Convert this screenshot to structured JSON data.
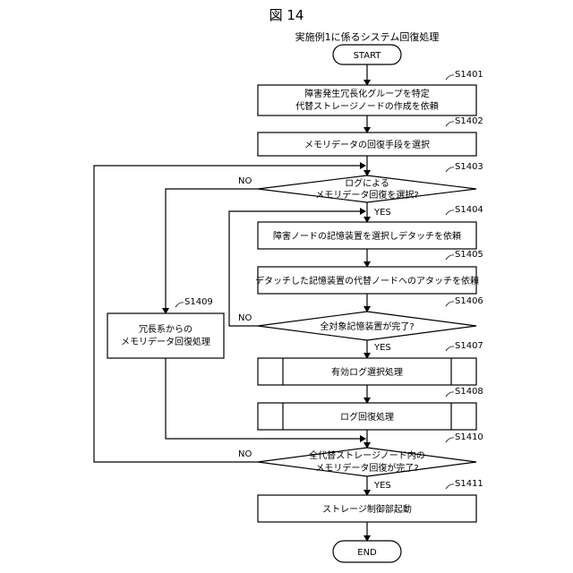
{
  "figure": {
    "title": "図 14",
    "subtitle": "実施例1に係るシステム回復処理"
  },
  "nodes": {
    "start": {
      "label": "START"
    },
    "s1401": {
      "step": "S1401",
      "line1": "障害発生冗長化グループを特定",
      "line2": "代替ストレージノードの作成を依頼"
    },
    "s1402": {
      "step": "S1402",
      "label": "メモリデータの回復手段を選択"
    },
    "s1403": {
      "step": "S1403",
      "line1": "ログによる",
      "line2": "メモリデータ回復を選択?"
    },
    "s1404": {
      "step": "S1404",
      "label": "障害ノードの記憶装置を選択しデタッチを依頼"
    },
    "s1405": {
      "step": "S1405",
      "label": "デタッチした記憶装置の代替ノードへのアタッチを依頼"
    },
    "s1406": {
      "step": "S1406",
      "label": "全対象記憶装置が完了?"
    },
    "s1407": {
      "step": "S1407",
      "label": "有効ログ選択処理"
    },
    "s1408": {
      "step": "S1408",
      "label": "ログ回復処理"
    },
    "s1409": {
      "step": "S1409",
      "line1": "冗長系からの",
      "line2": "メモリデータ回復処理"
    },
    "s1410": {
      "step": "S1410",
      "line1": "全代替ストレージノード内の",
      "line2": "メモリデータ回復が完了?"
    },
    "s1411": {
      "step": "S1411",
      "label": "ストレージ制御部起動"
    },
    "end": {
      "label": "END"
    }
  },
  "branches": {
    "s1403_yes": "YES",
    "s1403_no": "NO",
    "s1406_yes": "YES",
    "s1406_no": "NO",
    "s1410_yes": "YES",
    "s1410_no": "NO"
  }
}
